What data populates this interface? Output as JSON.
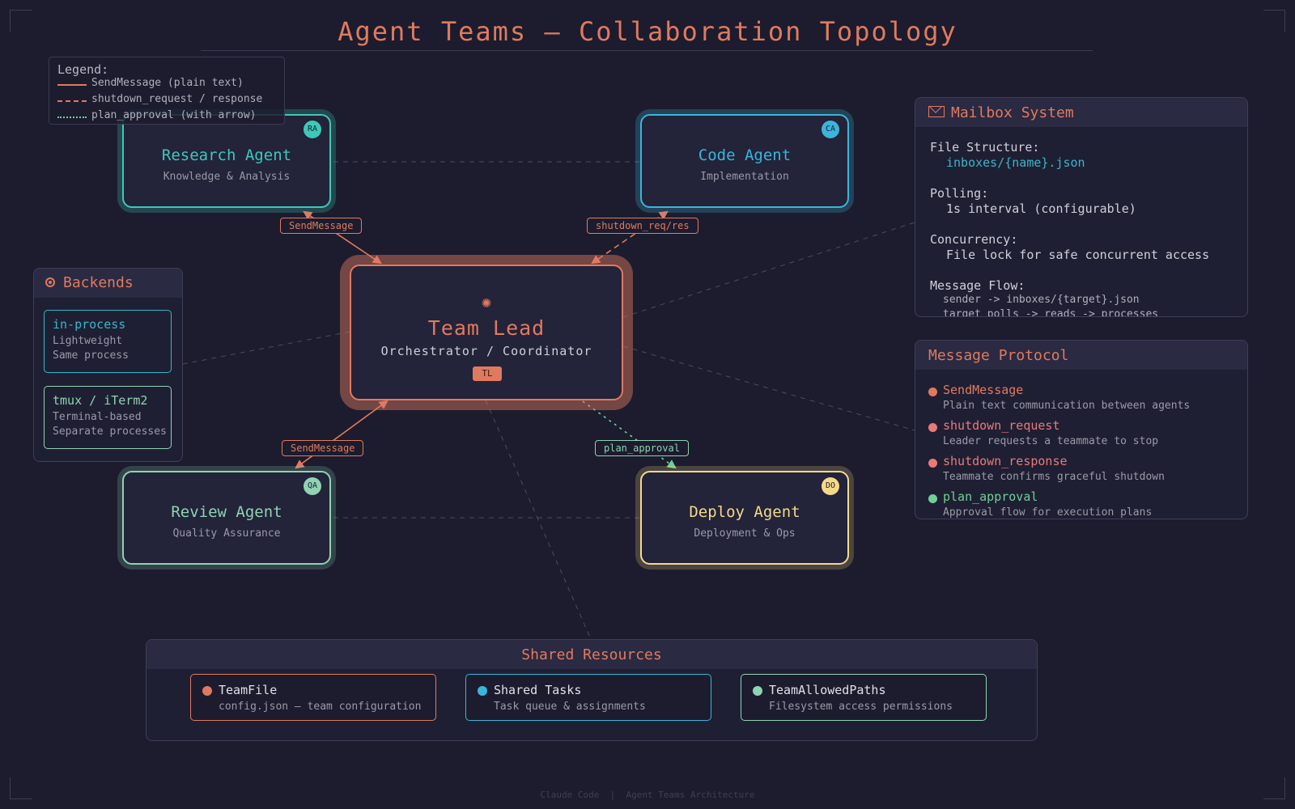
{
  "title": "Agent Teams — Collaboration Topology",
  "legend": {
    "title": "Legend:",
    "items": [
      {
        "label": "SendMessage (plain text)",
        "color": "#e07a5f",
        "style": "solid"
      },
      {
        "label": "shutdown_request / response",
        "color": "#e07a5f",
        "style": "dashed"
      },
      {
        "label": "plan_approval (with arrow)",
        "color": "#6fcf97",
        "style": "dotted"
      }
    ]
  },
  "agents": {
    "research": {
      "name": "Research Agent",
      "subtitle": "Knowledge & Analysis",
      "badge": "RA",
      "color": "#3cc9b9"
    },
    "code": {
      "name": "Code Agent",
      "subtitle": "Implementation",
      "badge": "CA",
      "color": "#3bb5d9"
    },
    "review": {
      "name": "Review Agent",
      "subtitle": "Quality Assurance",
      "badge": "QA",
      "color": "#8fd3b2"
    },
    "deploy": {
      "name": "Deploy Agent",
      "subtitle": "Deployment & Ops",
      "badge": "DO",
      "color": "#f5d98a"
    }
  },
  "lead": {
    "icon": "network-hub-icon",
    "name": "Team Lead",
    "subtitle": "Orchestrator / Coordinator",
    "badge": "TL",
    "color": "#e07a5f"
  },
  "edge_labels": {
    "research": "SendMessage",
    "code": "shutdown_req/res",
    "review": "SendMessage",
    "deploy": "plan_approval"
  },
  "backends": {
    "title": "Backends",
    "icon": "radio-target-icon",
    "items": [
      {
        "name": "in-process",
        "line1": "Lightweight",
        "line2": "Same process",
        "color": "#3bb5c9"
      },
      {
        "name": "tmux / iTerm2",
        "line1": "Terminal-based",
        "line2": "Separate processes",
        "color": "#8fd3b2"
      }
    ]
  },
  "mailbox": {
    "title": "Mailbox System",
    "icon": "envelope-icon",
    "file_structure_label": "File Structure:",
    "file_structure_value": "inboxes/{name}.json",
    "polling_label": "Polling:",
    "polling_value": "1s interval (configurable)",
    "concurrency_label": "Concurrency:",
    "concurrency_value": "File lock for safe concurrent access",
    "flow_label": "Message Flow:",
    "flow_line1": "sender -> inboxes/{target}.json",
    "flow_line2": "target polls -> reads -> processes"
  },
  "protocol": {
    "title": "Message Protocol",
    "items": [
      {
        "name": "SendMessage",
        "desc": "Plain text communication between agents",
        "color": "#e07a5f"
      },
      {
        "name": "shutdown_request",
        "desc": "Leader requests a teammate to stop",
        "color": "#e87a7a"
      },
      {
        "name": "shutdown_response",
        "desc": "Teammate confirms graceful shutdown",
        "color": "#e87a7a"
      },
      {
        "name": "plan_approval",
        "desc": "Approval flow for execution plans",
        "color": "#6fcf97"
      }
    ]
  },
  "shared": {
    "title": "Shared Resources",
    "items": [
      {
        "name": "TeamFile",
        "desc": "config.json — team configuration",
        "color": "#e07a5f"
      },
      {
        "name": "Shared Tasks",
        "desc": "Task queue & assignments",
        "color": "#3bb5d9"
      },
      {
        "name": "TeamAllowedPaths",
        "desc": "Filesystem access permissions",
        "color": "#8fd3b2"
      }
    ]
  },
  "footer": "Claude Code  |  Agent Teams Architecture"
}
